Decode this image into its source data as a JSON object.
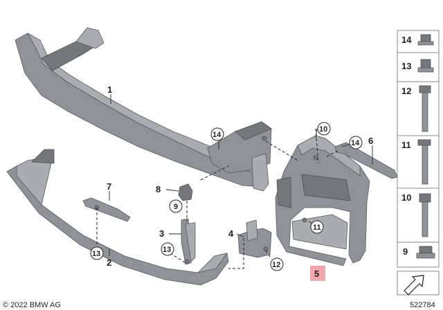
{
  "diagram": {
    "callouts": [
      {
        "id": "c1",
        "text": "1"
      },
      {
        "id": "c2",
        "text": "2"
      },
      {
        "id": "c3",
        "text": "3"
      },
      {
        "id": "c4",
        "text": "4"
      },
      {
        "id": "c5",
        "text": "5"
      },
      {
        "id": "c6",
        "text": "6"
      },
      {
        "id": "c7",
        "text": "7"
      },
      {
        "id": "c8",
        "text": "8"
      },
      {
        "id": "c9",
        "text": "9"
      },
      {
        "id": "c10",
        "text": "10"
      },
      {
        "id": "c11",
        "text": "11"
      },
      {
        "id": "c12",
        "text": "12"
      },
      {
        "id": "c13a",
        "text": "13"
      },
      {
        "id": "c13b",
        "text": "13"
      },
      {
        "id": "c14a",
        "text": "14"
      },
      {
        "id": "c14b",
        "text": "14"
      }
    ],
    "highlight_color": "#f3a6ad"
  },
  "sidebar": {
    "items": [
      "14",
      "13",
      "12",
      "11",
      "10",
      "9"
    ]
  },
  "footer": {
    "copyright": "© 2022 BMW AG",
    "diagram_number": "522784"
  }
}
